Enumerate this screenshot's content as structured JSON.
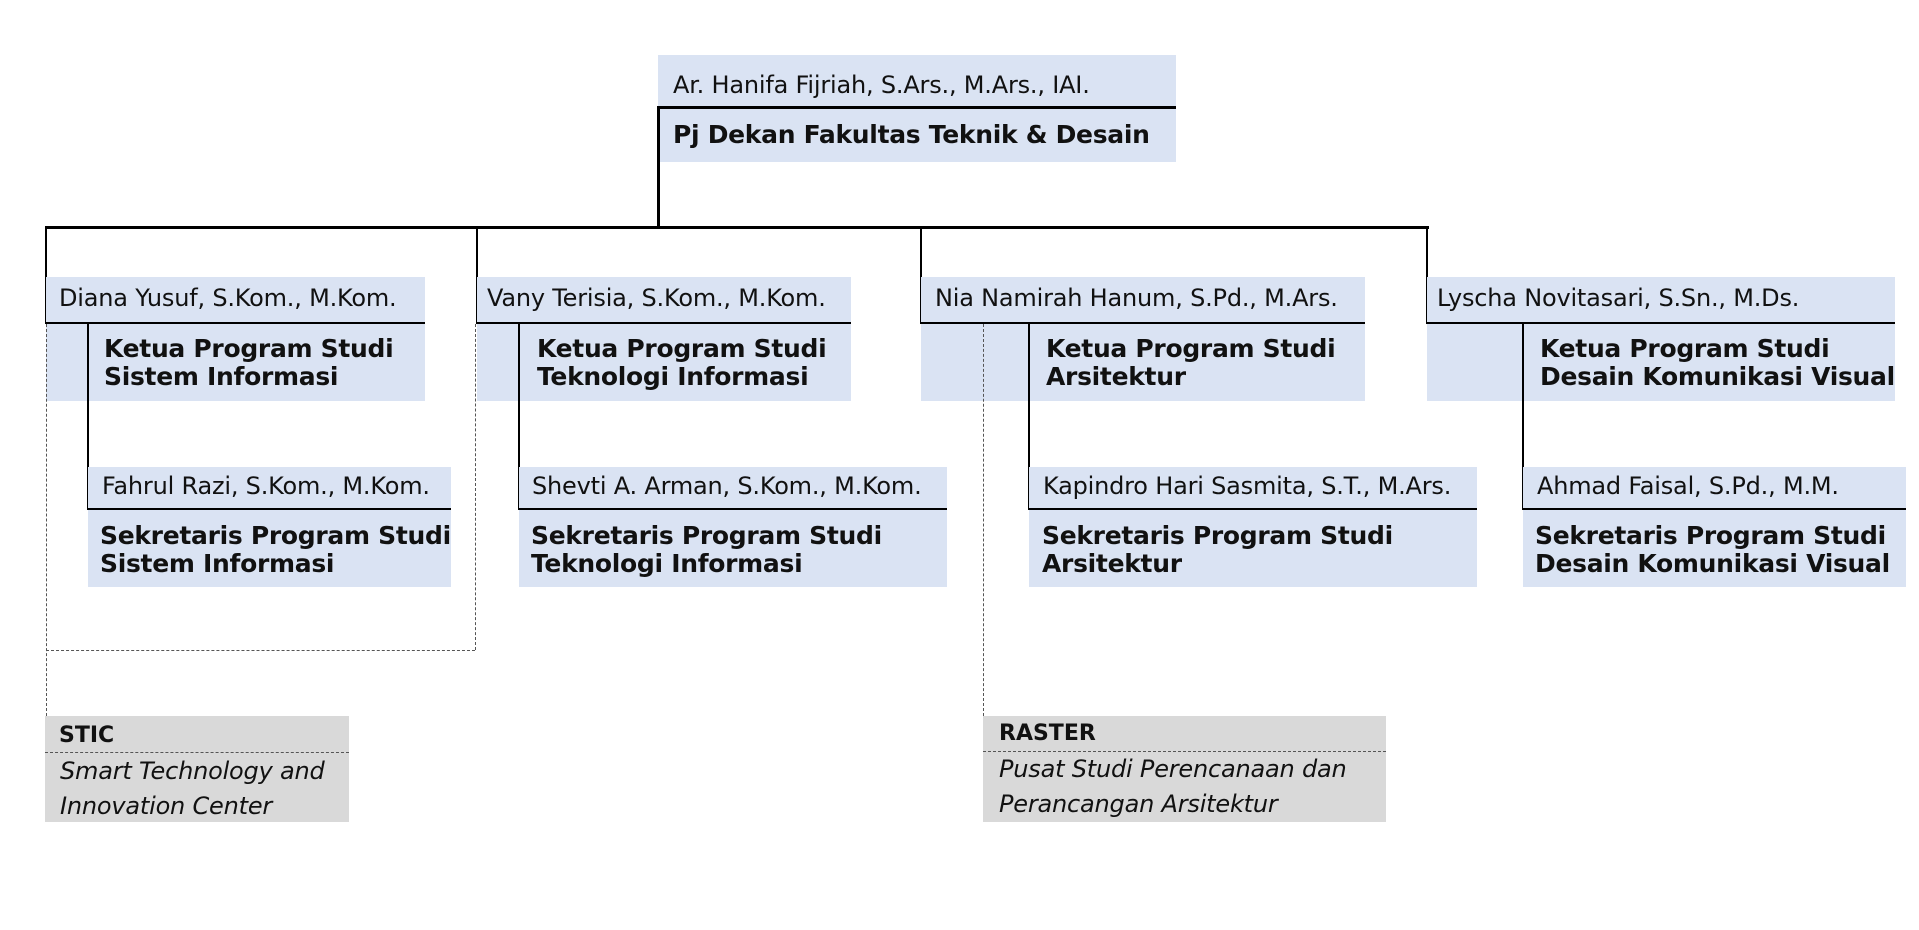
{
  "dean": {
    "name": "Ar. Hanifa Fijriah, S.Ars., M.Ars., IAI.",
    "role": "Pj Dekan Fakultas Teknik & Desain"
  },
  "programs": [
    {
      "head_name": "Diana Yusuf, S.Kom., M.Kom.",
      "head_role": "Ketua Program Studi\nSistem Informasi",
      "secretary_name": "Fahrul Razi, S.Kom., M.Kom.",
      "secretary_role": "Sekretaris Program Studi\nSistem Informasi"
    },
    {
      "head_name": "Vany Terisia, S.Kom., M.Kom.",
      "head_role": "Ketua Program Studi\nTeknologi Informasi",
      "secretary_name": "Shevti A. Arman, S.Kom., M.Kom.",
      "secretary_role": "Sekretaris Program Studi\nTeknologi Informasi"
    },
    {
      "head_name": "Nia Namirah Hanum, S.Pd., M.Ars.",
      "head_role": "Ketua Program Studi\nArsitektur",
      "secretary_name": "Kapindro Hari Sasmita, S.T., M.Ars.",
      "secretary_role": "Sekretaris Program Studi\nArsitektur"
    },
    {
      "head_name": "Lyscha Novitasari, S.Sn., M.Ds.",
      "head_role": "Ketua Program Studi\nDesain Komunikasi Visual",
      "secretary_name": "Ahmad Faisal, S.Pd., M.M.",
      "secretary_role": "Sekretaris Program Studi\nDesain Komunikasi Visual"
    }
  ],
  "centers": [
    {
      "title": "STIC",
      "description": "Smart Technology and\nInnovation Center"
    },
    {
      "title": "RASTER",
      "description": "Pusat Studi Perencanaan dan\nPerancangan Arsitektur"
    }
  ],
  "colors": {
    "box_fill": "#dae3f3",
    "center_fill": "#d9d9d9",
    "line": "#000000"
  }
}
